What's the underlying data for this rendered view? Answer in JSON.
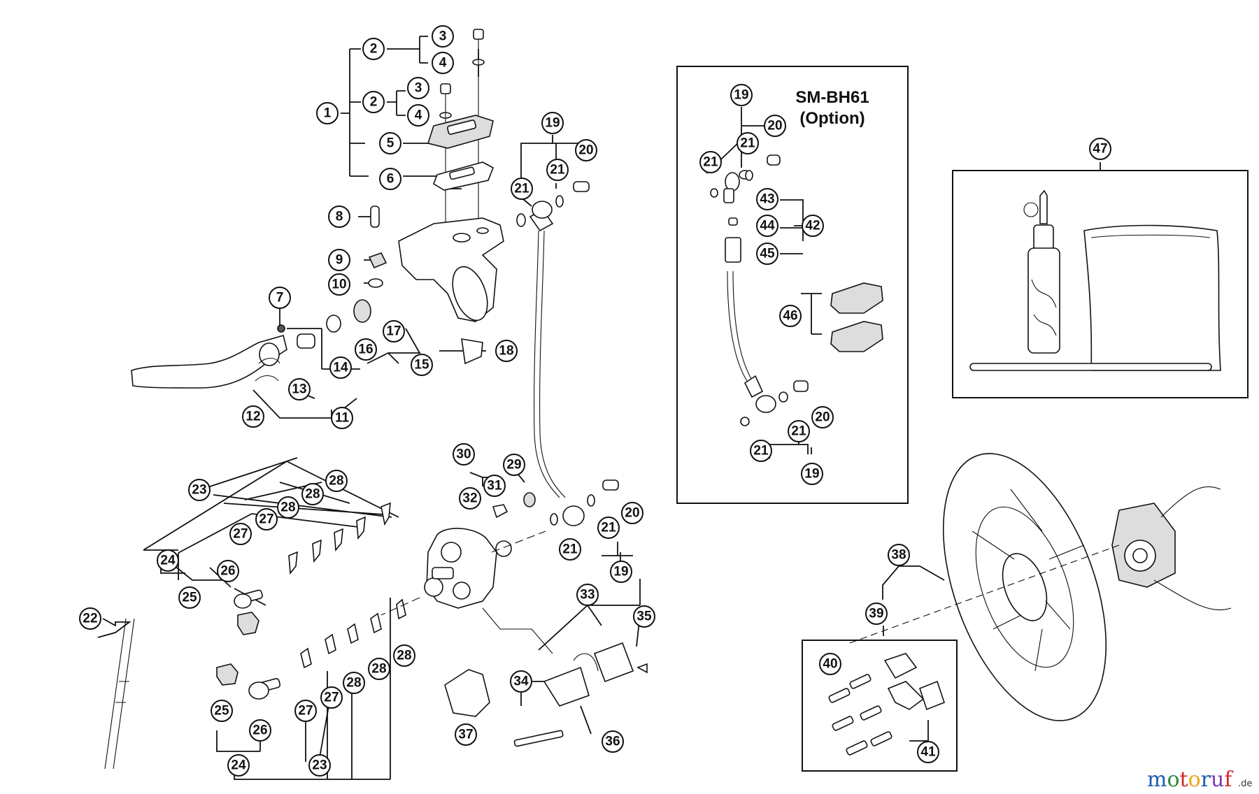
{
  "option_box": {
    "model": "SM-BH61",
    "note": "(Option)"
  },
  "watermark": {
    "brand": "motoruf",
    "tld": ".de",
    "brand_colors": [
      "#1a5cb0",
      "#2a8a3a",
      "#d8262a",
      "#f2a51c",
      "#1a5cb0",
      "#7a3ab0",
      "#d8262a"
    ]
  },
  "callouts": {
    "c1": "1",
    "c2a": "2",
    "c2b": "2",
    "c3a": "3",
    "c3b": "3",
    "c4a": "4",
    "c4b": "4",
    "c5": "5",
    "c6": "6",
    "c7": "7",
    "c8": "8",
    "c9": "9",
    "c10": "10",
    "c11": "11",
    "c12": "12",
    "c13": "13",
    "c14": "14",
    "c15": "15",
    "c16": "16",
    "c17": "17",
    "c18": "18",
    "c19a": "19",
    "c20a": "20",
    "c21a": "21",
    "c21b": "21",
    "c19b": "19",
    "c20b": "20",
    "c21c": "21",
    "c21d": "21",
    "c19c": "19",
    "c20c": "20",
    "c21e": "21",
    "c21f": "21",
    "c19d": "19",
    "c20d": "20",
    "c21g": "21",
    "c21h": "21",
    "c22": "22",
    "c23a": "23",
    "c23b": "23",
    "c24a": "24",
    "c24b": "24",
    "c25a": "25",
    "c25b": "25",
    "c26a": "26",
    "c26b": "26",
    "c27a": "27",
    "c27b": "27",
    "c27c": "27",
    "c27d": "27",
    "c28a": "28",
    "c28b": "28",
    "c28c": "28",
    "c28d": "28",
    "c28e": "28",
    "c28f": "28",
    "c29": "29",
    "c30": "30",
    "c31": "31",
    "c32": "32",
    "c33": "33",
    "c34": "34",
    "c35": "35",
    "c36": "36",
    "c37": "37",
    "c38": "38",
    "c39": "39",
    "c40": "40",
    "c41": "41",
    "c42": "42",
    "c43": "43",
    "c44": "44",
    "c45": "45",
    "c46": "46",
    "c47": "47"
  }
}
